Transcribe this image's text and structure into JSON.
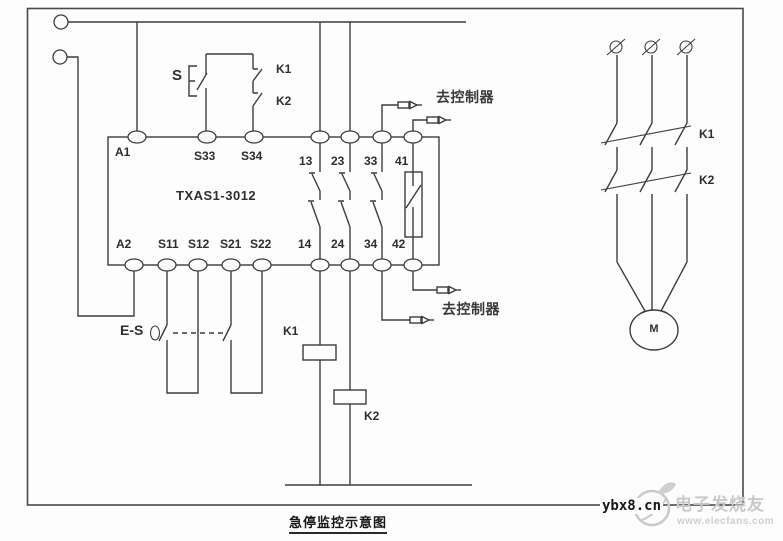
{
  "caption": "急停监控示意图",
  "module": {
    "name": "TXAS1-3012",
    "top_terminals": [
      "A1",
      "S33",
      "S34",
      "13",
      "23",
      "33",
      "41"
    ],
    "bottom_terminals": [
      "A2",
      "S11",
      "S12",
      "S21",
      "S22",
      "14",
      "24",
      "34",
      "42"
    ]
  },
  "control_circuit": {
    "start_switch": "S",
    "k1_contact": "K1",
    "k2_contact": "K2",
    "estop_switch": "E-S",
    "k1_coil": "K1",
    "k2_coil": "K2",
    "to_controller": "去控制器"
  },
  "power_circuit": {
    "k1_contactor": "K1",
    "k2_contactor": "K2",
    "motor": "M"
  },
  "watermark": {
    "site": "ybx8.cn",
    "brand": "电子发烧友",
    "brand_url": "www.elecfans.com"
  },
  "colors": {
    "line": "#3d3d3d",
    "text": "#2e2e2e",
    "watermark_gray": "#c9c9c9"
  }
}
